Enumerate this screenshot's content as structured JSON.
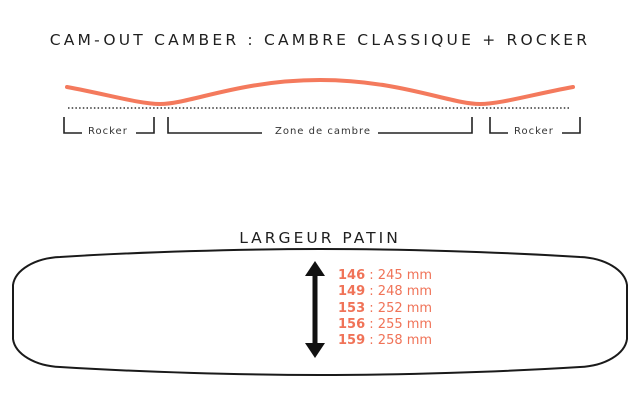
{
  "camber": {
    "title": "CAM-OUT CAMBER : CAMBRE CLASSIQUE + ROCKER",
    "zones": {
      "left": "Rocker",
      "center": "Zone de cambre",
      "right": "Rocker"
    },
    "profile_color": "#f47a5d"
  },
  "width": {
    "title": "LARGEUR PATIN",
    "sizes": [
      {
        "size": "146",
        "sep": " : ",
        "value": "245 mm"
      },
      {
        "size": "149",
        "sep": " : ",
        "value": "248 mm"
      },
      {
        "size": "153",
        "sep": " : ",
        "value": "252 mm"
      },
      {
        "size": "156",
        "sep": " : ",
        "value": "255 mm"
      },
      {
        "size": "159",
        "sep": " : ",
        "value": "258 mm"
      }
    ],
    "text_color": "#f07358"
  }
}
